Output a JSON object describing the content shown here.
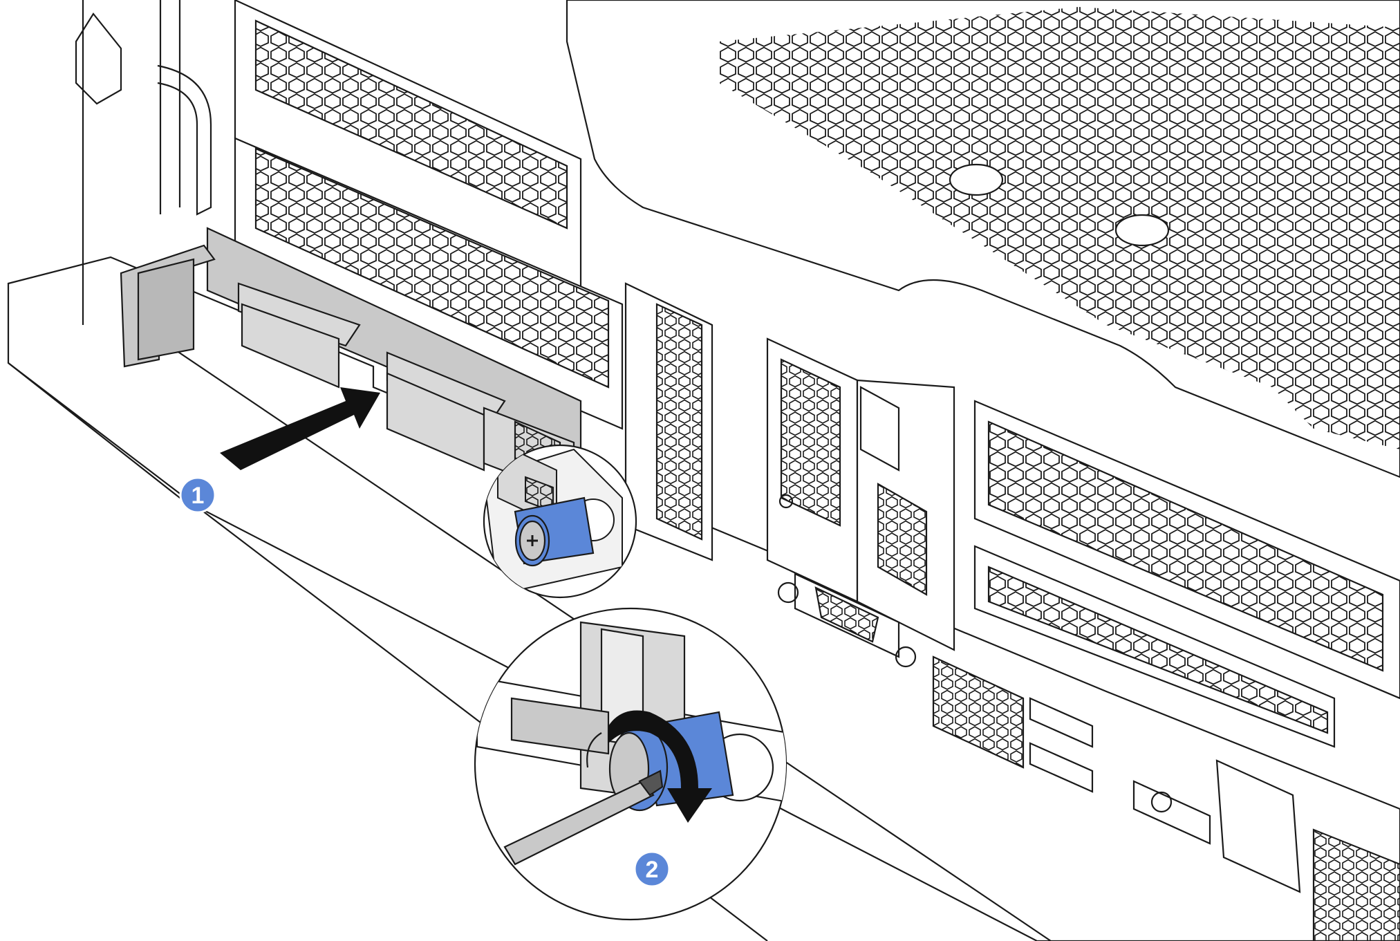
{
  "steps": [
    {
      "number": "1",
      "action": "push-card-into-slot",
      "badge_color": "#5b87d8"
    },
    {
      "number": "2",
      "action": "tighten-thumbscrew-clockwise",
      "badge_color": "#5b87d8"
    }
  ],
  "icons": {
    "push_arrow": "arrow-icon",
    "rotate_arrow": "rotate-clockwise-icon",
    "thumbscrew": "thumbscrew-icon",
    "screwdriver": "screwdriver-icon"
  },
  "colors": {
    "line": "#1a1a1a",
    "metal_gray": "#c9c9c9",
    "screw_blue": "#5b87d8",
    "badge_blue": "#5b87d8",
    "arrow_black": "#111111"
  }
}
